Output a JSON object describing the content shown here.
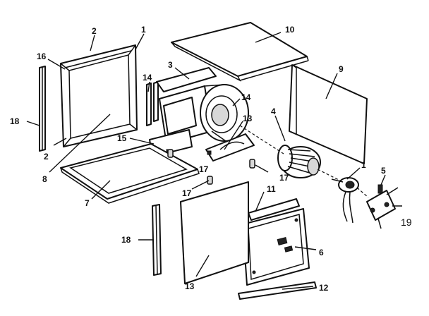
{
  "callouts": {
    "c1_top": "1",
    "c2_top": "2",
    "c16": "16",
    "c10": "10",
    "c3": "3",
    "c9": "9",
    "c14_left": "14",
    "c14_right": "14",
    "c18_top": "18",
    "c15": "15",
    "c13_top": "13",
    "c4": "4",
    "c2_left": "2",
    "c8": "8",
    "c7": "7",
    "c17_mid": "17",
    "c17_left": "17",
    "c17_right": "17",
    "c1_right": "1",
    "c5": "5",
    "c19": "19",
    "c11": "11",
    "c18_bottom": "18",
    "c6": "6",
    "c13_bottom": "13",
    "c12": "12"
  }
}
